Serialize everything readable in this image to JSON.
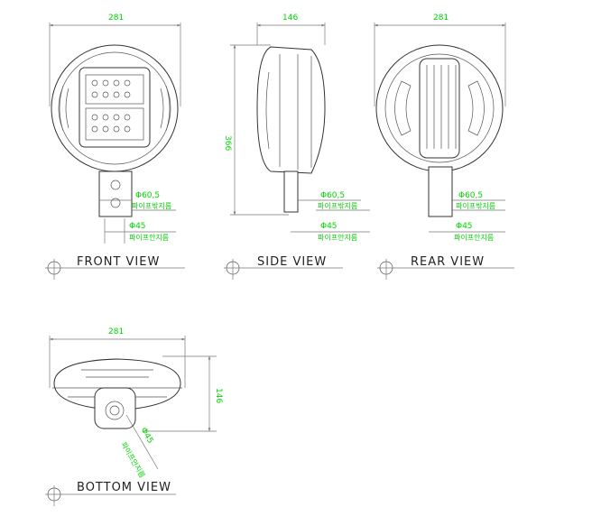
{
  "views": {
    "front": {
      "title": "FRONT VIEW",
      "width_dim": "281",
      "outer_dia": "Φ60,5",
      "outer_label": "파이프밖지름",
      "inner_dia": "Φ45",
      "inner_label": "파이프안지름"
    },
    "side": {
      "title": "SIDE VIEW",
      "width_dim": "146",
      "height_dim": "366",
      "outer_dia": "Φ60,5",
      "outer_label": "파이프밖지름",
      "inner_dia": "Φ45",
      "inner_label": "파이프안지름"
    },
    "rear": {
      "title": "REAR VIEW",
      "width_dim": "281",
      "outer_dia": "Φ60,5",
      "outer_label": "파이프밖지름",
      "inner_dia": "Φ45",
      "inner_label": "파이프안지름"
    },
    "bottom": {
      "title": "BOTTOM VIEW",
      "width_dim": "281",
      "height_dim": "146",
      "inner_dia": "Φ45",
      "inner_label": "파이프안지름"
    }
  },
  "colors": {
    "dimension": "#00d400",
    "line": "#333333"
  }
}
